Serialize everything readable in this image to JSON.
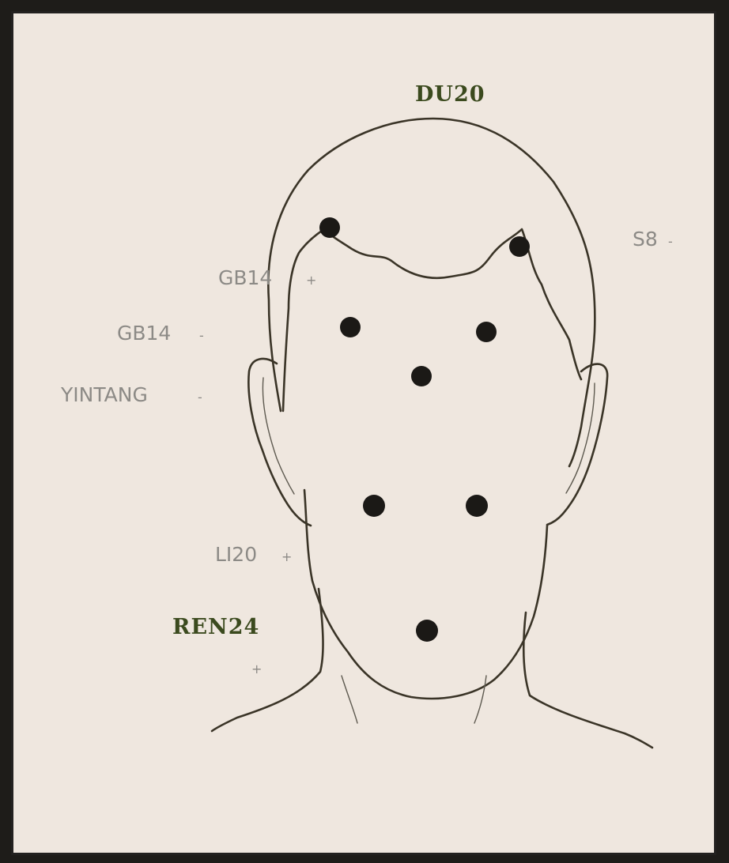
{
  "diagram": {
    "labels": {
      "du20": "DU20",
      "s8": "S8",
      "gb14_upper": "GB14",
      "gb14_lower": "GB14",
      "yintang": "YINTANG",
      "li20": "LI20",
      "ren24": "REN24"
    },
    "markers": {
      "plus": "+",
      "dash": "-"
    },
    "points": [
      "forehead-hairline-left",
      "forehead-hairline-right",
      "brow-left",
      "brow-right",
      "glabella",
      "nose-side-left",
      "nose-side-right",
      "chin"
    ],
    "colors": {
      "background": "#efe7df",
      "frame": "#232120",
      "line": "#3a3427",
      "point": "#1b1916",
      "label_light": "#8c8a86",
      "label_bold": "#3b4a1e"
    }
  }
}
